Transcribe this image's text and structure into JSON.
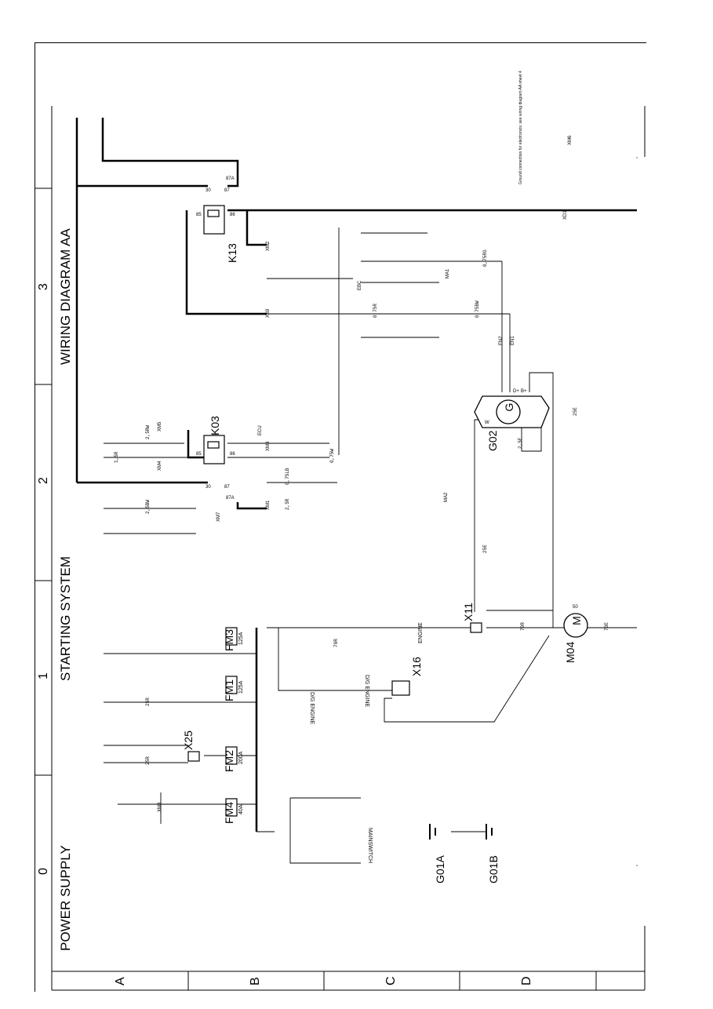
{
  "titles": {
    "power_supply": "POWER SUPPLY",
    "starting_system": "STARTING SYSTEM",
    "wiring_diagram": "WIRING DIAGRAM AA"
  },
  "grid": {
    "columns": [
      "0",
      "1",
      "2",
      "3"
    ],
    "rows": [
      "A",
      "B",
      "C",
      "D"
    ]
  },
  "components": {
    "k13": "K13",
    "k03": "K03",
    "g02": "G02",
    "g_symbol": "G",
    "m04": "M04",
    "m_symbol": "M",
    "x11": "X11",
    "x16": "X16",
    "x25": "X25",
    "fm1": "FM1",
    "fm2": "FM2",
    "fm3": "FM3",
    "fm4": "FM4",
    "fm1_rating": "125A",
    "fm2_rating": "200A",
    "fm3_rating": "125A",
    "fm4_rating": "40A",
    "g01a": "G01A",
    "g01b": "G01B"
  },
  "pins": {
    "p30": "30",
    "p85": "85",
    "p86": "86",
    "p87": "87",
    "p87a": "87A",
    "p50": "50",
    "b_plus": "B+",
    "d_plus": "D+",
    "w": "W"
  },
  "wires": {
    "w70r": "70R",
    "w25r": "25R",
    "w25e": "25E",
    "w70e": "70E",
    "w2_5e": "2,5E",
    "w2_5r": "2,5R",
    "w1_5r": "1,5R",
    "w0_75lb": "0,75LB",
    "w0_75r": "0,75R",
    "w0_75bw": "0,75BW",
    "w0_75w": "0,75W",
    "w2_5rw": "2,5RW",
    "w2_5bw": "2,5BW",
    "w0_75rg": "0,75RG"
  },
  "notes": {
    "engine": "ENGINE",
    "engine_lower": "D/G ENGINE",
    "engine_mirrored": "D/G ENGINE",
    "mainswitch": "MAINSWITCH",
    "note_block": "Ground connection for electronics; see wiring diagram AA sheet 4"
  },
  "refs": {
    "xd1": "XD1",
    "xs9": "XS9",
    "xm1": "XM1",
    "xm2": "XM2",
    "xm3": "XM3",
    "xm4": "XM4",
    "xm5": "XM5",
    "xm6": "XM6",
    "xm7": "XM7",
    "xm8": "XM8",
    "ma1": "MA1",
    "ma2": "MA2",
    "ecu1": "ECU",
    "ecu2": "EBC",
    "en1": "EN1",
    "en2": "EN2"
  }
}
